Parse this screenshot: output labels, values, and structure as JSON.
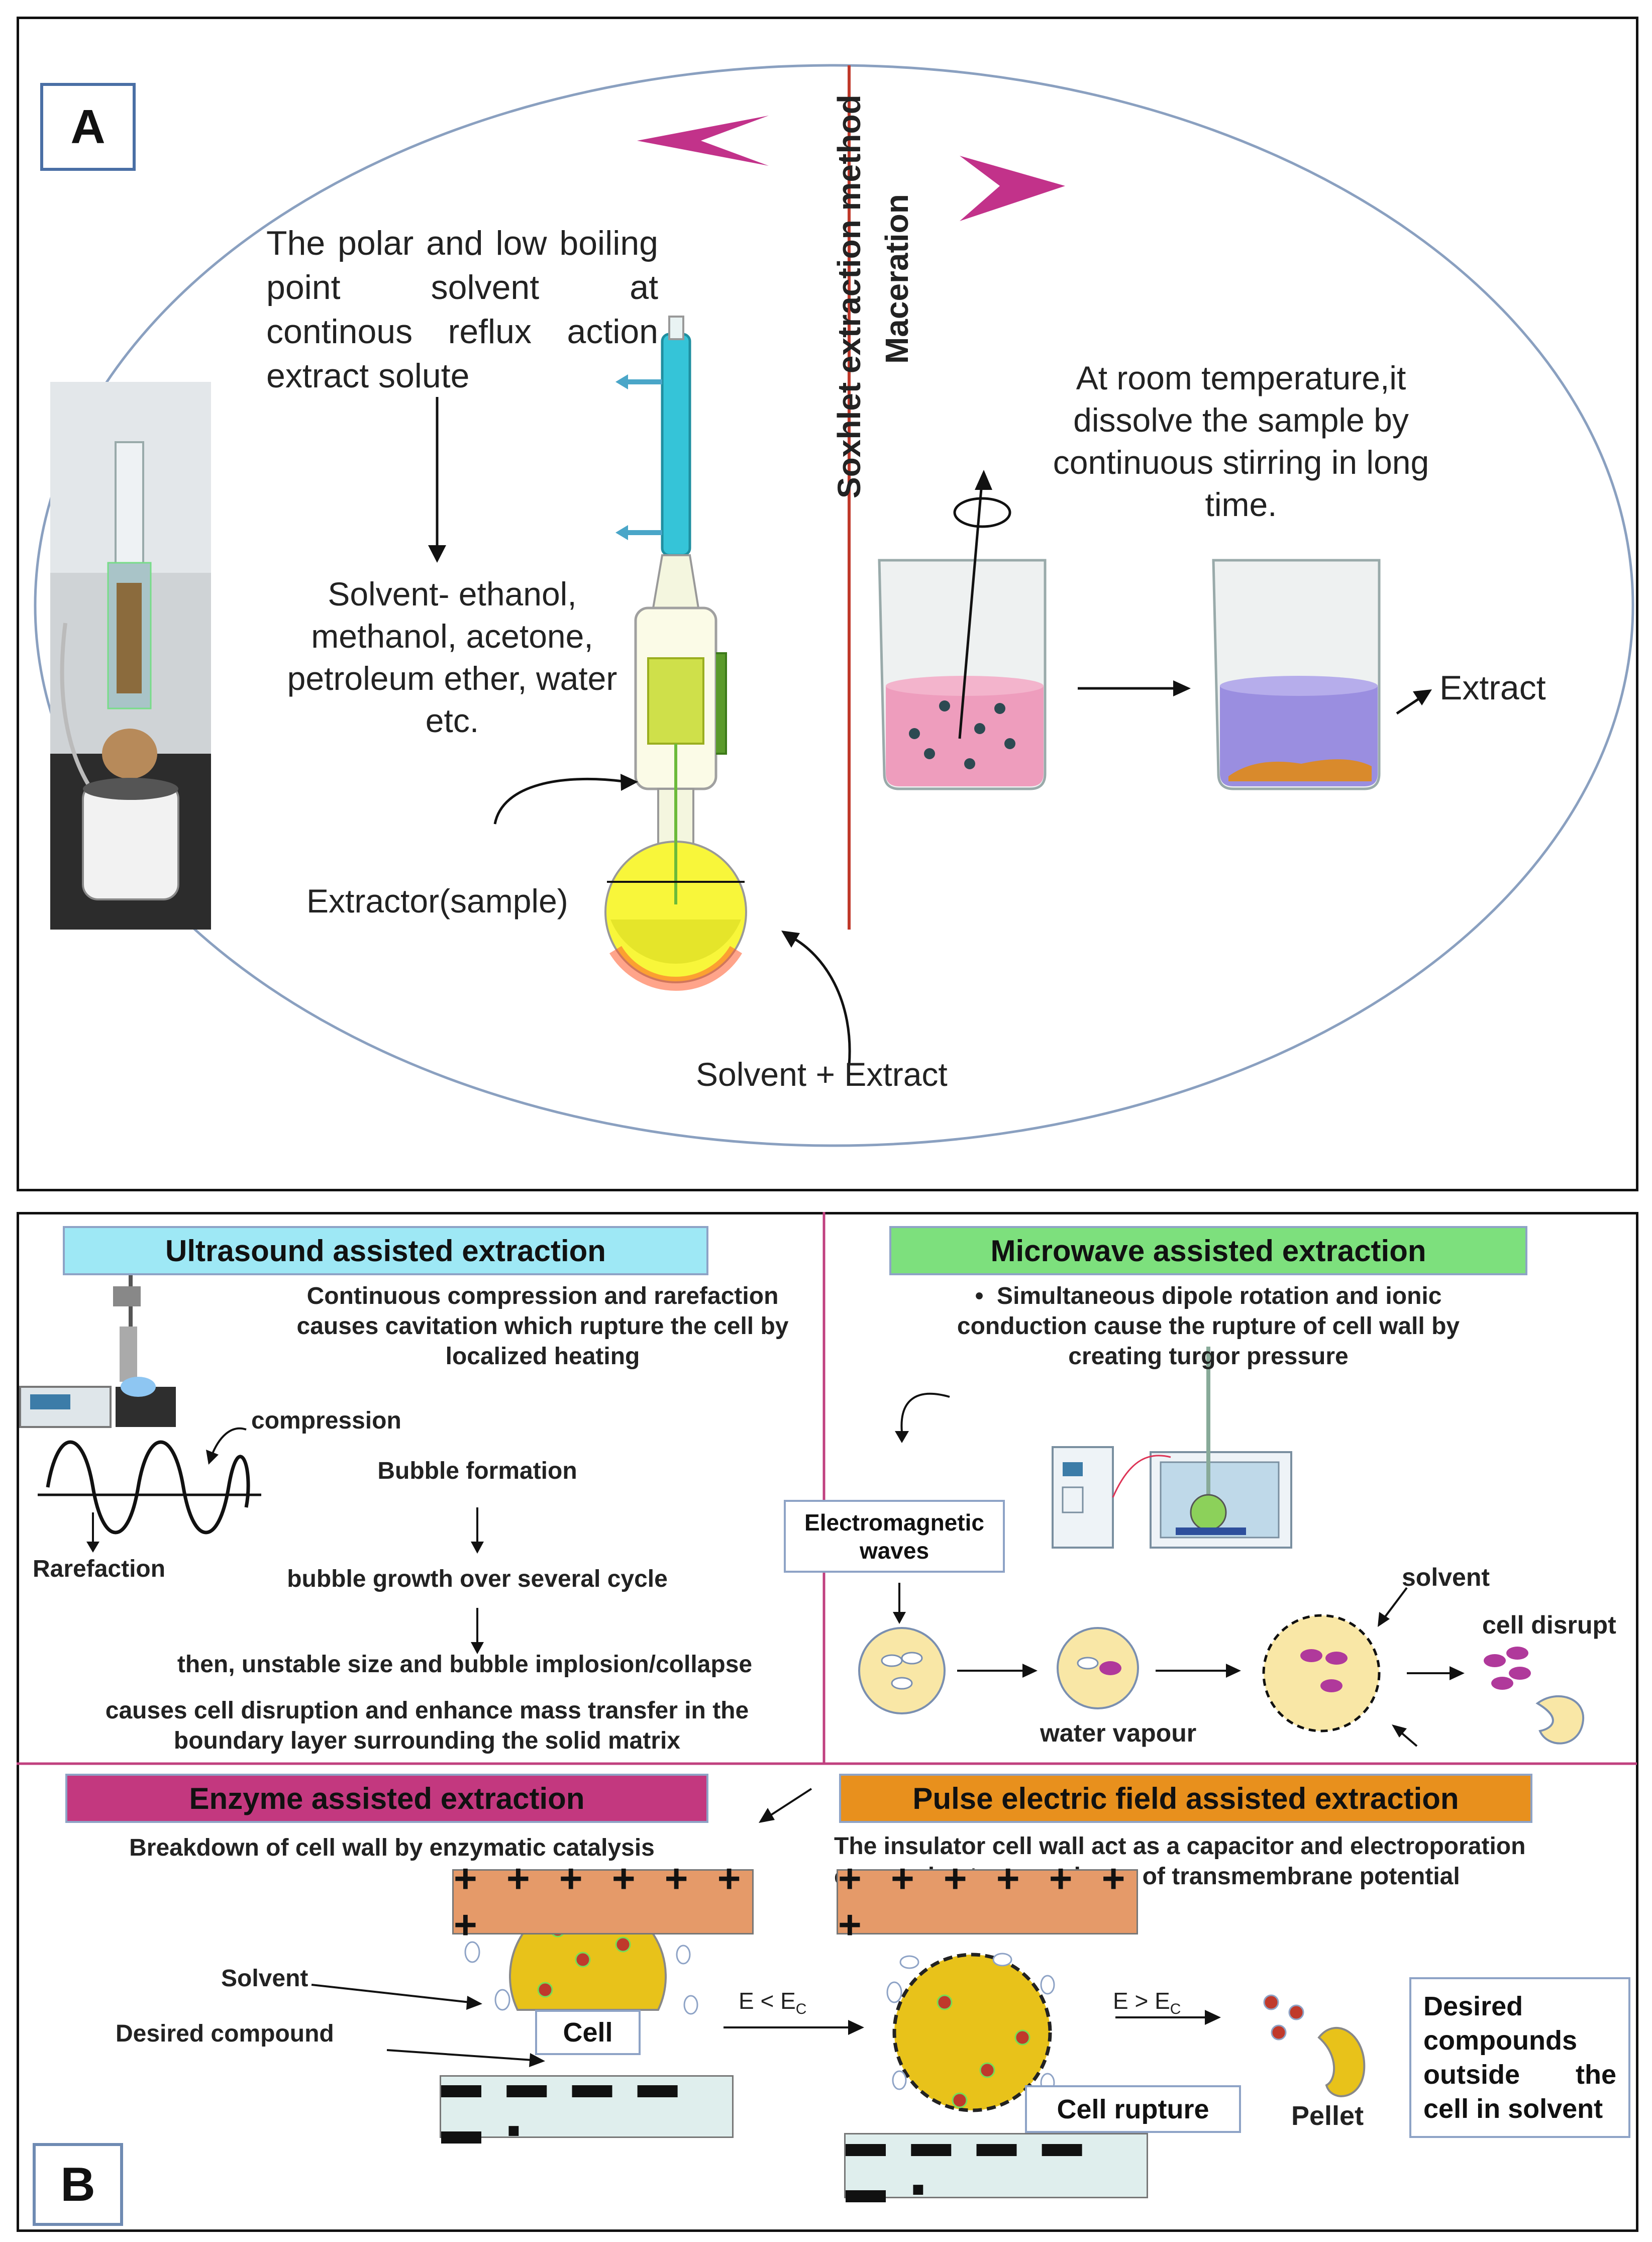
{
  "panel_a": {
    "label": "A",
    "soxhlet_title": "Soxhlet extraction method",
    "maceration_title": "Maceration",
    "soxhlet_desc": [
      "The polar and low boiling",
      "point solvent at",
      "continous reflux action",
      "extract solute"
    ],
    "solvent_list": [
      "Solvent- ethanol,",
      "methanol, acetone,",
      "petroleum ether, water",
      "etc."
    ],
    "extractor_label": "Extractor(sample)",
    "solvent_extract_label": "Solvent + Extract",
    "maceration_desc": [
      "At room temperature,it",
      "dissolve the sample by",
      "continuous stirring in long",
      "time."
    ],
    "extract_label": "Extract"
  },
  "panel_b": {
    "label": "B",
    "ultrasound": {
      "title": "Ultrasound assisted extraction",
      "desc": [
        "Continuous compression and rarefaction",
        "causes cavitation which rupture the cell by",
        "localized heating"
      ],
      "compression": "compression",
      "rarefaction": "Rarefaction",
      "steps": [
        "Bubble formation",
        "bubble growth over several cycle",
        "then, unstable size and bubble implosion/collapse"
      ],
      "result": [
        "causes cell disruption and enhance mass transfer in the",
        "boundary layer surrounding the solid matrix"
      ]
    },
    "microwave": {
      "title": "Microwave assisted extraction",
      "desc": [
        "Simultaneous dipole rotation and ionic",
        "conduction cause the rupture of cell wall by",
        "creating turgor pressure"
      ],
      "bullet": "•",
      "em_waves": [
        "Electromagnetic",
        "waves"
      ],
      "water_vapour": "water vapour",
      "solvent": "solvent",
      "cell_disrupt": "cell disrupt"
    },
    "enzyme": {
      "title": "Enzyme assisted extraction",
      "desc": "Breakdown of cell wall by enzymatic catalysis",
      "solvent": "Solvent",
      "desired_compound": "Desired compound",
      "cell": "Cell"
    },
    "pef": {
      "title": "Pulse electric field assisted extraction",
      "desc": [
        "The insulator cell wall act as a capacitor and electroporation",
        "occurs due to exceedance of transmembrane potential"
      ],
      "plus_plate": "+ + + + + + +",
      "minus_plate": "▬ ▬ ▬ ▬ ▬ ▪",
      "e_less": "E < E",
      "e_greater": "E > E",
      "e_sub": "C",
      "cell_rupture": "Cell rupture",
      "pellet": "Pellet",
      "outcome": [
        "Desired",
        "compounds",
        "outside the",
        "cell in solvent"
      ]
    }
  },
  "colors": {
    "ultrasound": "#9ee8f5",
    "microwave": "#7de07d",
    "enzyme": "#c3387f",
    "pef": "#e8901d",
    "plate_plus": "#e59a69",
    "plate_minus": "#dfeeed",
    "cell_yellow": "#e8c21a",
    "cell_pale": "#f9e7a6",
    "magenta": "#b0399b",
    "chevron": "#c2328a",
    "divider": "#c0392b"
  }
}
